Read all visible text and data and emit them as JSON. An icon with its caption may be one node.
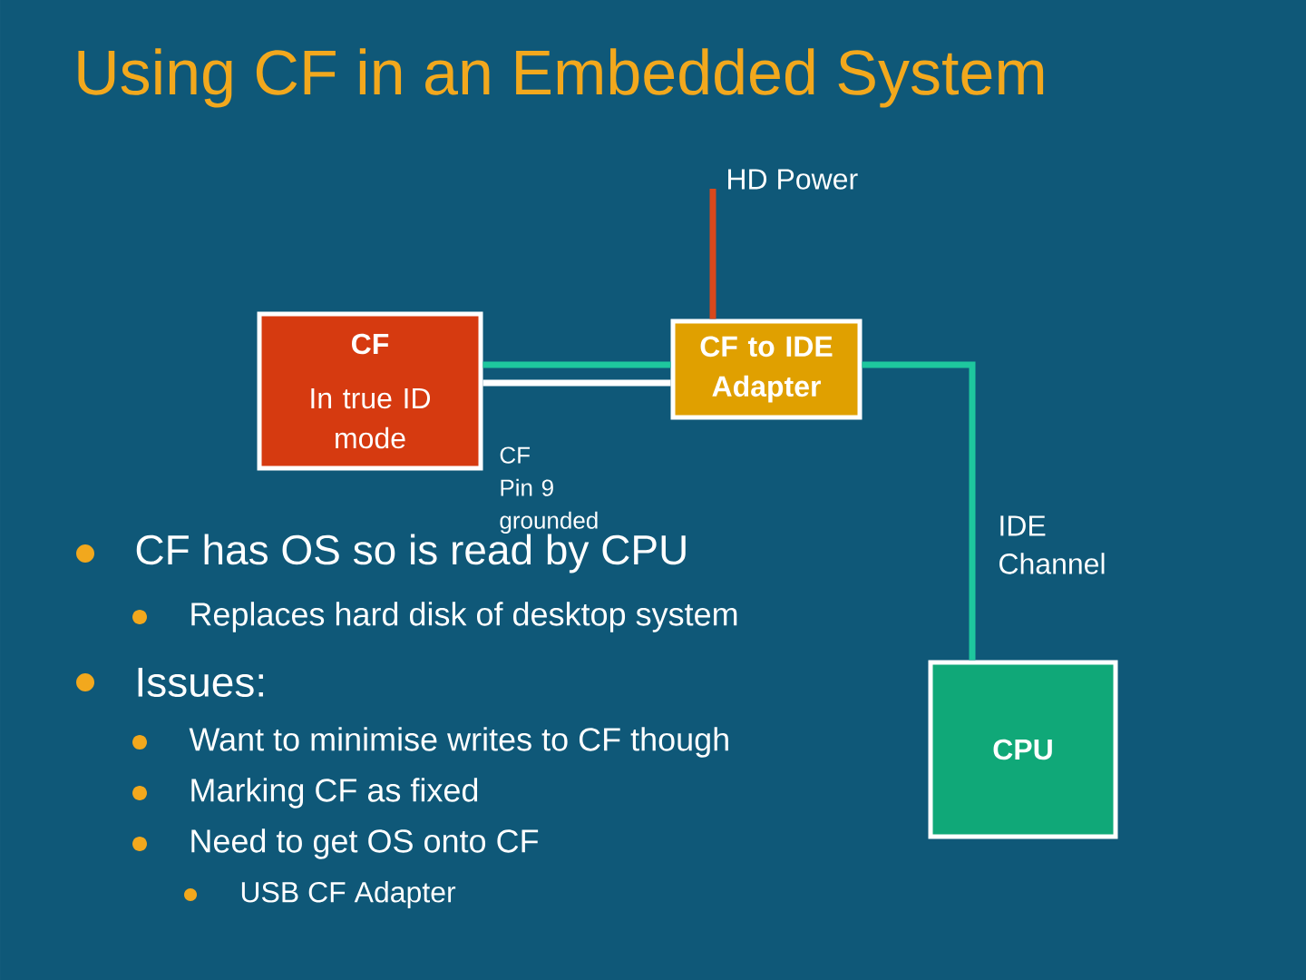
{
  "diagram": {
    "title": "Using CF in an Embedded System",
    "nodes": [
      {
        "text": [
          "CF",
          "In true ID mode"
        ]
      },
      {
        "text": [
          "CF to IDE Adapter"
        ]
      },
      {
        "text": [
          "CPU"
        ]
      },
      {
        "text": [
          "HD Power"
        ]
      }
    ],
    "edges": [
      {
        "from": 0,
        "to": 1,
        "arrow": "none"
      },
      {
        "from": 0,
        "to": 1,
        "arrow": "none",
        "color": "#ffffff",
        "label": "CF Pin 9 grounded"
      },
      {
        "from": 1,
        "to": 2,
        "arrow": "none",
        "label": "IDE Channel"
      },
      {
        "from": 3,
        "to": 1,
        "arrow": "none",
        "color": "#d9481c"
      }
    ],
    "labels": [
      "CF has OS so is read by CPU",
      "Replaces hard disk of desktop system",
      "Issues:",
      "Want to minimise writes to CF though",
      "Marking CF as fixed",
      "Need to get OS onto CF",
      "USB CF Adapter"
    ]
  }
}
